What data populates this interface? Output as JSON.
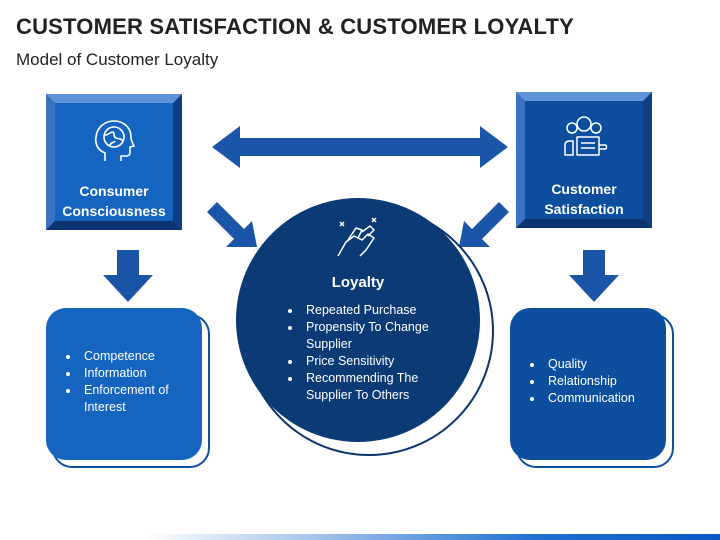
{
  "header": {
    "title": "CUSTOMER SATISFACTION & CUSTOMER LOYALTY",
    "subtitle": "Model of Customer Loyalty"
  },
  "left_box": {
    "label_line1": "Consumer",
    "label_line2": "Consciousness",
    "icon": "head-globe-icon"
  },
  "right_box": {
    "label_line1": "Customer",
    "label_line2": "Satisfaction",
    "icon": "customer-feedback-icon"
  },
  "center": {
    "label": "Loyalty",
    "icon": "handshake-icon",
    "items": [
      "Repeated Purchase",
      "Propensity To Change Supplier",
      "Price Sensitivity",
      "Recommending The Supplier To Others"
    ]
  },
  "left_card": {
    "items": [
      "Competence",
      "Information",
      "Enforcement of Interest"
    ]
  },
  "right_card": {
    "items": [
      "Quality",
      "Relationship",
      "Communication"
    ]
  },
  "colors": {
    "blue_primary": "#1565c0",
    "blue_dark": "#0b3a75",
    "blue_medium": "#0d4f9e"
  }
}
